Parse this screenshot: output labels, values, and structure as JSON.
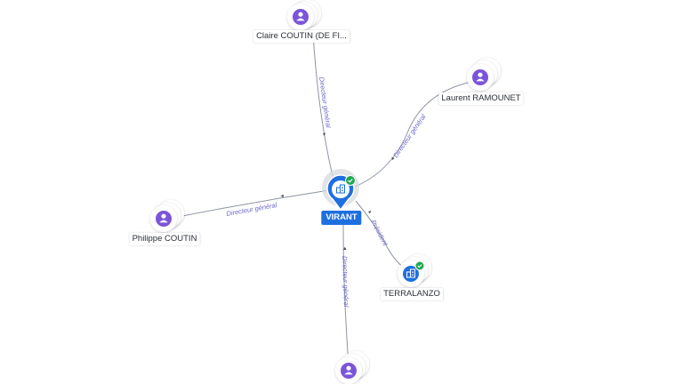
{
  "center": {
    "label": "VIRANT",
    "icon": "building-icon",
    "verified_icon": "check-badge-icon"
  },
  "nodes": [
    {
      "id": "claire",
      "label": "Claire COUTIN (DE FI...",
      "type": "person",
      "icon": "person-icon"
    },
    {
      "id": "laurent",
      "label": "Laurent RAMOUNET",
      "type": "person",
      "icon": "person-icon"
    },
    {
      "id": "philippe",
      "label": "Philippe COUTIN",
      "type": "person",
      "icon": "person-icon"
    },
    {
      "id": "terralanzo",
      "label": "TERRALANZO",
      "type": "company",
      "icon": "building-icon"
    },
    {
      "id": "bottom",
      "label": "",
      "type": "person",
      "icon": "person-icon"
    }
  ],
  "edges": [
    {
      "from": "claire",
      "label": "Directeur général"
    },
    {
      "from": "laurent",
      "label": "Directeur général"
    },
    {
      "from": "philippe",
      "label": "Directeur général"
    },
    {
      "from": "terralanzo",
      "label": "Président"
    },
    {
      "from": "bottom",
      "label": "Directeur général"
    }
  ],
  "colors": {
    "accent": "#1e6fe0",
    "person": "#7b55d9",
    "verified": "#1fa84f",
    "edge": "#8e94a3",
    "edge_label": "#6d66c9"
  }
}
